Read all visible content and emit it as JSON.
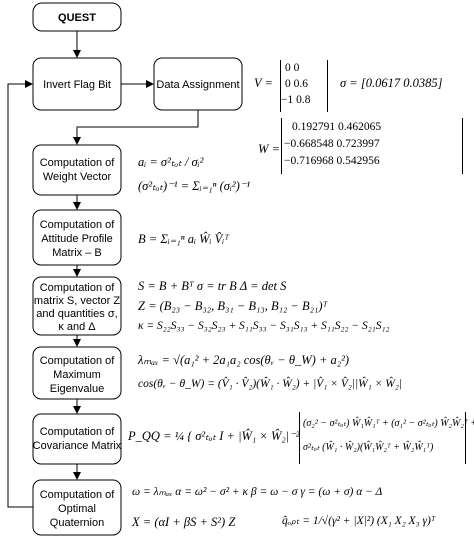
{
  "nodes": {
    "quest": "QUEST",
    "invert_flag": "Invert Flag Bit",
    "data_assign": "Data Assignment",
    "weight_vector": [
      "Computation of",
      "Weight Vector"
    ],
    "attitude_profile": [
      "Computation of",
      "Attitude Profile",
      "Matrix – B"
    ],
    "matrix_s": [
      "Computation of",
      "matrix S, vector Z",
      "and quantities  σ,",
      "κ and Δ"
    ],
    "max_eigen": [
      "Computation of",
      "Maximum",
      "Eigenvalue"
    ],
    "covariance": [
      "Computation of",
      "Covariance Matrix"
    ],
    "optimal_q": [
      "Computation of",
      "Optimal",
      "Quaternion"
    ]
  },
  "equations": {
    "V_label": "V =",
    "V_rows": [
      "0      0",
      "0     0.6",
      "−1    0.8"
    ],
    "sigma": "σ = [0.0617    0.0385]",
    "W_label": "W =",
    "W_rows": [
      "0.192791    0.462065",
      "−0.668548    0.723997",
      "−0.716968    0.542956"
    ],
    "a_i": "aᵢ = σ²ₜₒₜ / σᵢ²",
    "sigma_tot": "(σ²ₜₒₜ)⁻¹ = Σᵢ₌₁ⁿ (σᵢ²)⁻¹",
    "B": "B = Σᵢ₌₁ⁿ aᵢ Ŵᵢ V̂ᵢᵀ",
    "S": "S = B + Bᵀ        σ = tr B      Δ = det S",
    "Z": "Z = (B₂₃ − B₃₂, B₃₁ − B₁₃, B₁₂ − B₂₁)ᵀ",
    "kappa": "κ = S₂₂S₃₃ − S₃₂S₂₃ + S₁₁S₃₃ − S₃₁S₁₃ + S₁₁S₂₂ − S₂₁S₁₂",
    "lambda": "λₘₐₓ = √(a₁² + 2a₁a₂ cos(θᵥ − θ_W) + a₂²)",
    "cos": "cos(θᵥ − θ_W) = (V̂₁ · V̂₂)(Ŵ₁ · Ŵ₂) + |V̂₁ × V̂₂||Ŵ₁ × Ŵ₂|",
    "P_left": "P_QQ = ¼ { σ²ₜₒₜ I + |Ŵ₁ × Ŵ₂|⁻²",
    "P_r1": "(σ₂² − σ²ₜₒₜ) Ŵ₁Ŵ₁ᵀ + (σ₁² − σ²ₜₒₜ) Ŵ₂Ŵ₂ᵀ +",
    "P_r2": "σ²ₜₒₜ (Ŵ₁ · Ŵ₂)(Ŵ₁Ŵ₂ᵀ + Ŵ₂Ŵ₁ᵀ)",
    "omega_line": "ω = λₘₐₓ     α = ω² − σ² + κ     β = ω − σ     γ = (ω + σ) α − Δ",
    "X": "X = (αI + βS + S²) Z",
    "q_opt": "q̂ₒₚₜ = 1/√(γ² + |X|²) (X₁   X₂   X₃   γ)ᵀ"
  }
}
